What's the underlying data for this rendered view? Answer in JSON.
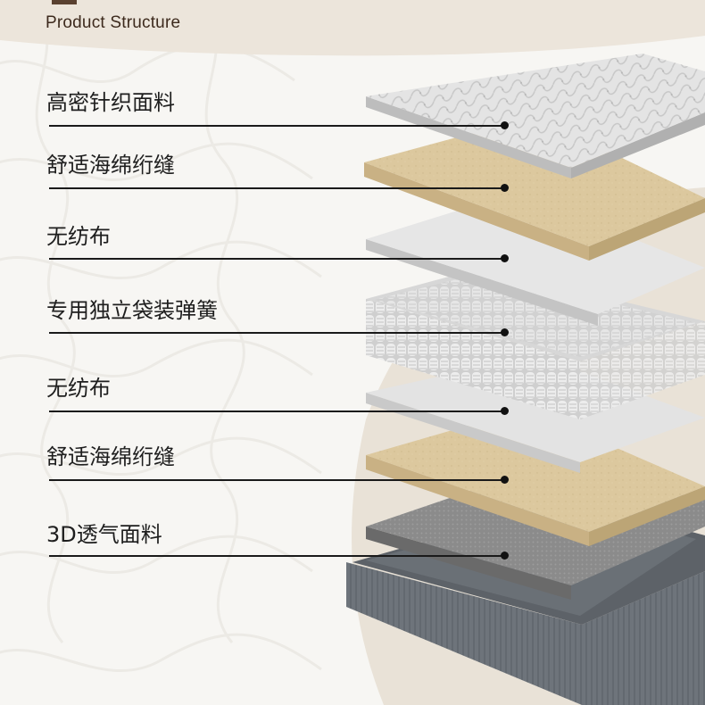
{
  "header": {
    "title": "Product Structure"
  },
  "layers": [
    {
      "label": "高密针织面料",
      "material": "knitted-fabric"
    },
    {
      "label": "舒适海绵绗缝",
      "material": "foam"
    },
    {
      "label": "无纺布",
      "material": "nonwoven"
    },
    {
      "label": "专用独立袋装弹簧",
      "material": "pocket-springs"
    },
    {
      "label": "无纺布",
      "material": "nonwoven"
    },
    {
      "label": "舒适海绵绗缝",
      "material": "foam"
    },
    {
      "label": "3D透气面料",
      "material": "mesh-fabric"
    }
  ],
  "colors": {
    "background": "#f6f5f2",
    "arc_beige": "#ece6dc",
    "header_text": "#3d2a1d",
    "label_text": "#1e1e1e",
    "foam": "#dcc79c",
    "fabric": "#e3e3e3",
    "nonwoven": "#e6e6e6",
    "mesh": "#8e8e8e",
    "base": "#6b7178"
  }
}
